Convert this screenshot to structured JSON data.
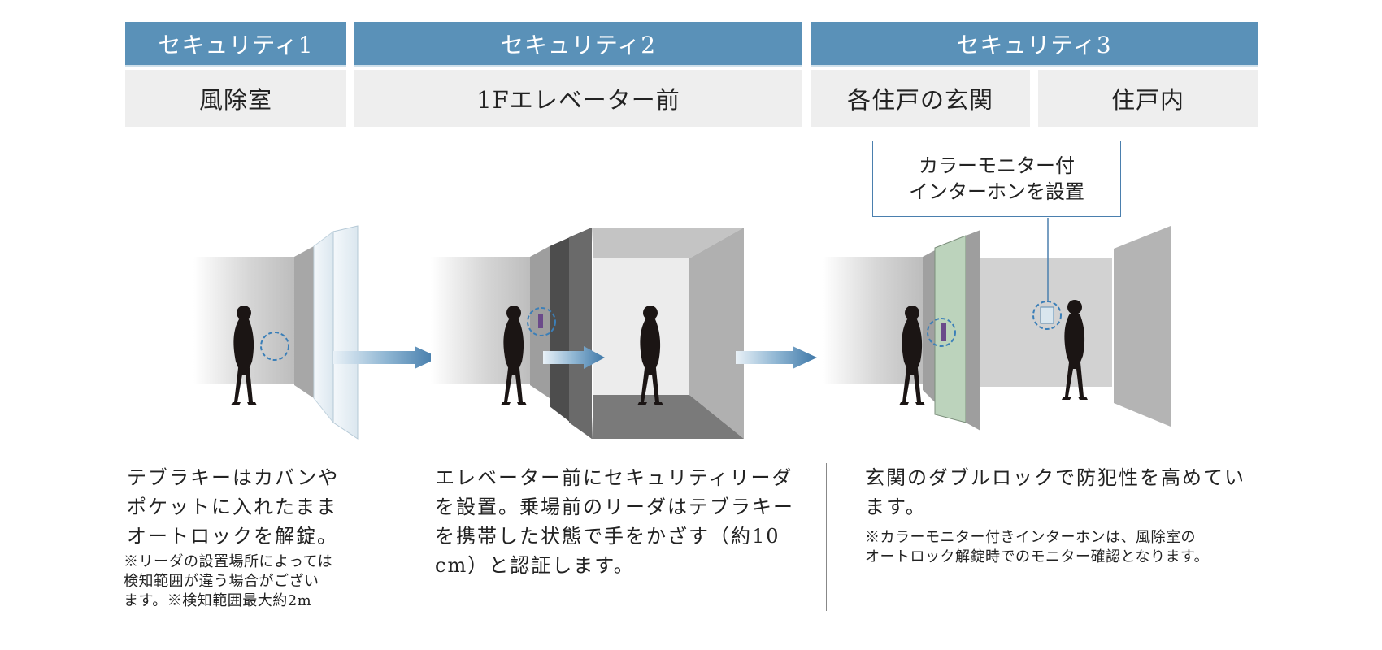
{
  "headers": [
    {
      "label": "セキュリティ1"
    },
    {
      "label": "セキュリティ2"
    },
    {
      "label": "セキュリティ3"
    }
  ],
  "locations": [
    {
      "label": "風除室"
    },
    {
      "label": "1Fエレベーター前"
    },
    {
      "label": "各住戸の玄関"
    },
    {
      "label": "住戸内"
    }
  ],
  "callout": {
    "line1": "カラーモニター付",
    "line2": "インターホンを設置"
  },
  "descriptions": [
    {
      "lines": [
        "テブラキーはカバンや",
        "ポケットに入れたまま",
        "オートロックを解錠。"
      ],
      "notes": [
        "※リーダの設置場所によっては",
        "検知範囲が違う場合がござい",
        "ます。※検知範囲最大約2m"
      ]
    },
    {
      "lines": [
        "エレベーター前にセキュリティリーダ",
        "を設置。乗場前のリーダはテブラキー",
        "を携帯した状態で手をかざす（約10",
        "cm）と認証します。"
      ],
      "notes": []
    },
    {
      "lines": [
        "玄関のダブルロックで防犯性を高めてい",
        "ます。"
      ],
      "notes": [
        "※カラーモニター付きインターホンは、風除室の",
        "オートロック解錠時でのモニター確認となります。"
      ]
    }
  ],
  "colors": {
    "header_bg": "#5a91b8",
    "location_bg": "#eeeeee",
    "arrow": "#4f86b4",
    "callout_border": "#4a7fae",
    "door_green": "#bcd3bc",
    "reader_circle": "#3b7fb8"
  },
  "icons": [
    "person-silhouette-icon",
    "arrow-right-icon",
    "card-reader-icon",
    "intercom-icon"
  ]
}
